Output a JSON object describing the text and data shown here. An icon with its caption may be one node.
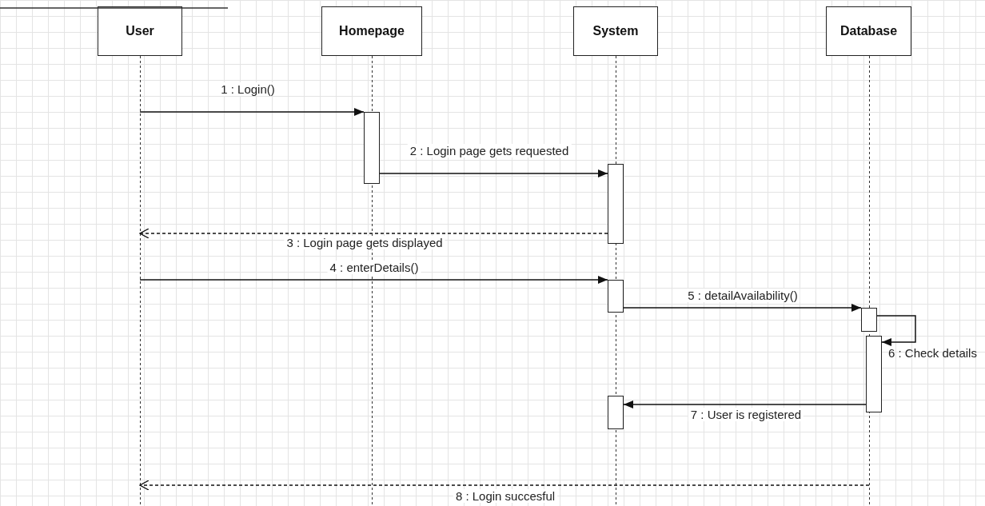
{
  "diagram": {
    "nodes": [
      {
        "text": [
          "User"
        ]
      },
      {
        "text": [
          "Homepage"
        ]
      },
      {
        "text": [
          "System"
        ]
      },
      {
        "text": [
          "Database"
        ]
      },
      {
        "text": [],
        "shape": "bar",
        "in": 1
      },
      {
        "text": [],
        "shape": "bar",
        "in": 2
      },
      {
        "text": [],
        "shape": "bar",
        "in": 2
      },
      {
        "text": [],
        "shape": "bar",
        "in": 3
      },
      {
        "text": [],
        "shape": "bar",
        "in": 3
      },
      {
        "text": [],
        "shape": "bar",
        "in": 2
      }
    ],
    "edges": [
      {
        "from": 0,
        "to": 4,
        "arrow": "to",
        "label": "1 : Login()"
      },
      {
        "from": 4,
        "to": 5,
        "arrow": "to",
        "label": "2 : Login page gets requested"
      },
      {
        "from": 5,
        "to": 0,
        "arrow": "to",
        "label": "3 : Login page gets displayed",
        "style": "dashed"
      },
      {
        "from": 0,
        "to": 6,
        "arrow": "to",
        "label": "4 : enterDetails()"
      },
      {
        "from": 6,
        "to": 7,
        "arrow": "to",
        "label": "5 : detailAvailability()"
      },
      {
        "from": 7,
        "to": 8,
        "arrow": "to",
        "label": "6 : Check details"
      },
      {
        "from": 8,
        "to": 9,
        "arrow": "to",
        "label": "7 : User is registered"
      },
      {
        "from": 3,
        "to": 0,
        "arrow": "to",
        "label": "8 : Login succesful",
        "style": "dashed"
      }
    ]
  }
}
